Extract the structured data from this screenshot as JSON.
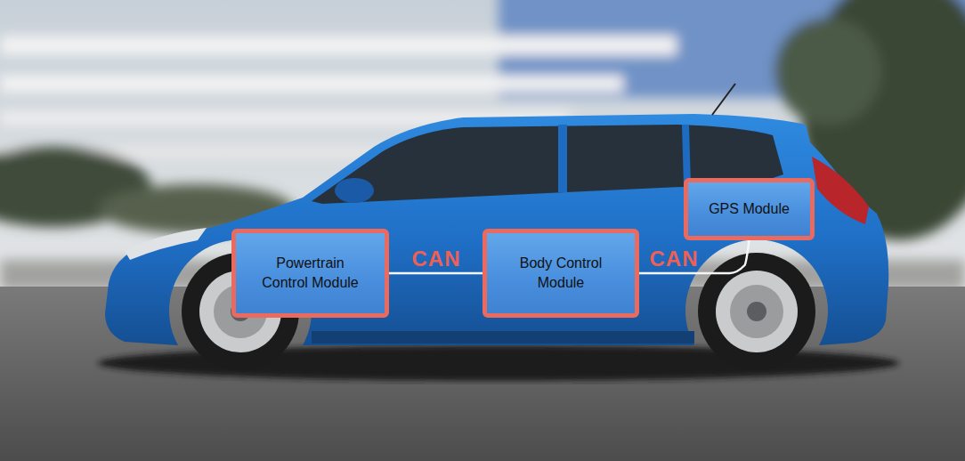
{
  "diagram": {
    "nodes": [
      {
        "text": [
          "Powertrain Control Module"
        ]
      },
      {
        "text": [
          "Body Control Module"
        ]
      },
      {
        "text": [
          "GPS Module"
        ]
      }
    ],
    "edges": [
      {
        "from": 0,
        "to": 1,
        "arrow": "none",
        "label": "CAN"
      },
      {
        "from": 1,
        "to": 2,
        "arrow": "none",
        "label": "CAN"
      }
    ]
  }
}
